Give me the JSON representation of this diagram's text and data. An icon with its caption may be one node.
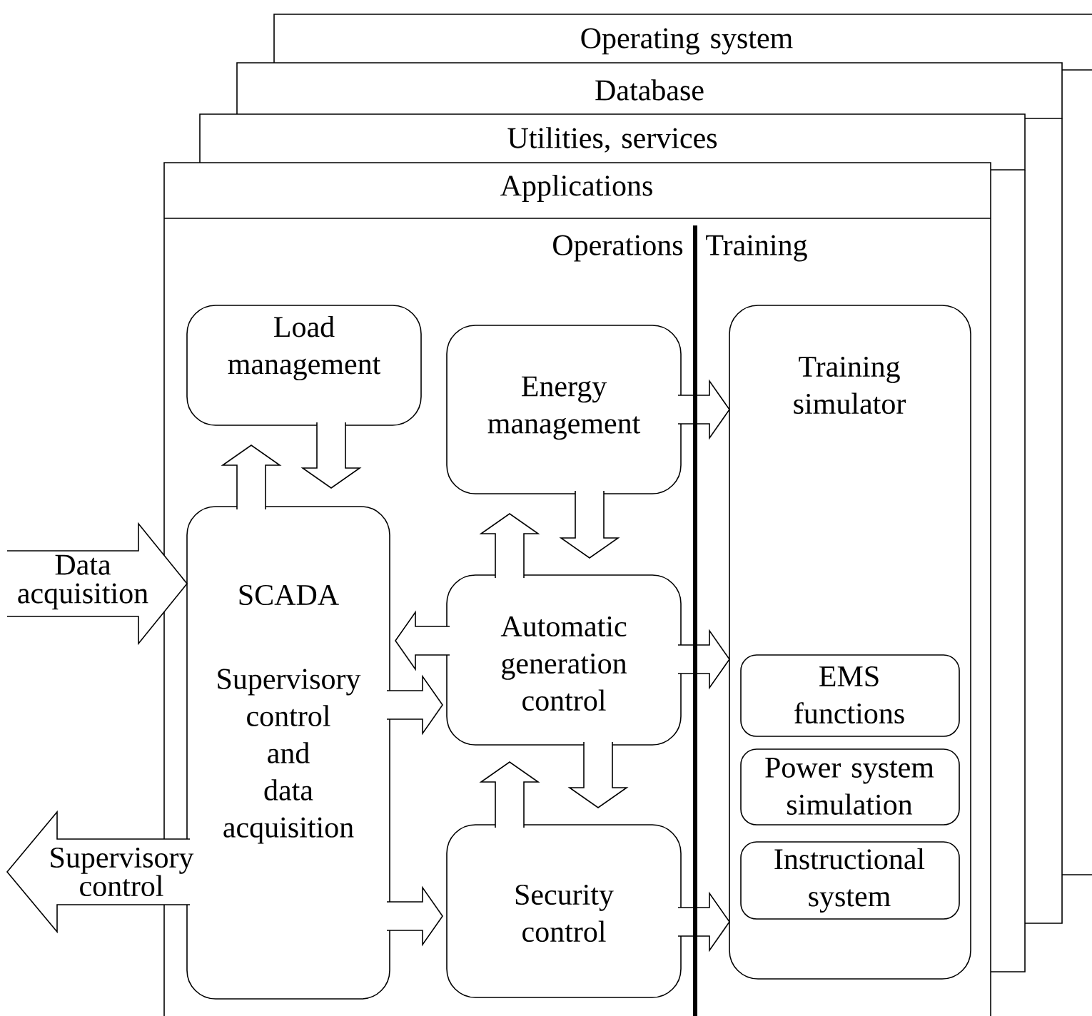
{
  "diagram": {
    "nodes": [
      {
        "text": [
          "Operating system"
        ]
      },
      {
        "text": [
          "Database"
        ]
      },
      {
        "text": [
          "Utilities, services"
        ]
      },
      {
        "text": [
          "Applications"
        ]
      },
      {
        "text": [
          "Load management"
        ],
        "in": 3
      },
      {
        "text": [
          "Energy management"
        ],
        "in": 3
      },
      {
        "text": [
          "SCADA",
          "Supervisory control and data acquisition"
        ],
        "in": 3
      },
      {
        "text": [
          "Automatic generation control"
        ],
        "in": 3
      },
      {
        "text": [
          "Security control"
        ],
        "in": 3
      },
      {
        "text": [
          "Training simulator"
        ],
        "in": 3
      },
      {
        "text": [
          "EMS functions"
        ],
        "in": 9
      },
      {
        "text": [
          "Power system simulation"
        ],
        "in": 9
      },
      {
        "text": [
          "Instructional system"
        ],
        "in": 9
      }
    ],
    "edges": [
      {
        "from": null,
        "to": 6,
        "arrow": "to",
        "label": "Data acquisition"
      },
      {
        "from": 6,
        "to": null,
        "arrow": "to",
        "label": "Supervisory control"
      },
      {
        "from": 6,
        "to": 4,
        "arrow": "to"
      },
      {
        "from": 4,
        "to": 6,
        "arrow": "to"
      },
      {
        "from": 7,
        "to": 6,
        "arrow": "to"
      },
      {
        "from": 6,
        "to": 7,
        "arrow": "to"
      },
      {
        "from": 6,
        "to": 8,
        "arrow": "to"
      },
      {
        "from": 7,
        "to": 5,
        "arrow": "to"
      },
      {
        "from": 5,
        "to": 7,
        "arrow": "to"
      },
      {
        "from": 8,
        "to": 7,
        "arrow": "to"
      },
      {
        "from": 7,
        "to": 8,
        "arrow": "to"
      },
      {
        "from": 5,
        "to": 9,
        "arrow": "to"
      },
      {
        "from": 7,
        "to": 9,
        "arrow": "to"
      },
      {
        "from": 8,
        "to": 9,
        "arrow": "to"
      }
    ],
    "labels": [
      "Operations",
      "Training"
    ]
  }
}
